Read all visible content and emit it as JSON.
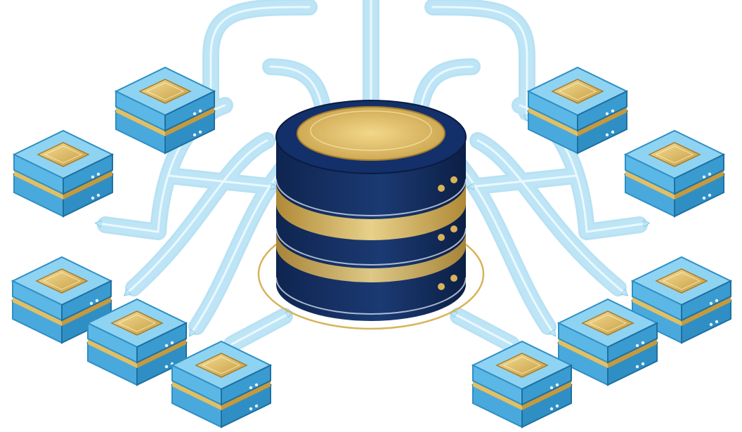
{
  "scene": {
    "subject": "central-database",
    "colors": {
      "background": "#ffffff",
      "arrow_fill": "#bfe6f7",
      "arrow_edge": "#7fc9ea",
      "arrow_core": "#eaf8ff",
      "db_dark": "#0f2550",
      "db_mid": "#1b3a73",
      "gold": "#d8b35a",
      "gold_light": "#f2d88a",
      "node_blue": "#5bb8e6",
      "node_blue_dark": "#2f8fc4",
      "node_top": "#8fd3f2",
      "node_gold": "#e2bf63"
    },
    "server_nodes": [
      {
        "id": "node-upper-left"
      },
      {
        "id": "node-mid-left"
      },
      {
        "id": "node-lower-left-outer"
      },
      {
        "id": "node-lower-left-inner"
      },
      {
        "id": "node-bottom-left"
      },
      {
        "id": "node-upper-right"
      },
      {
        "id": "node-mid-right"
      },
      {
        "id": "node-lower-right-outer"
      },
      {
        "id": "node-lower-right-inner"
      },
      {
        "id": "node-bottom-right"
      }
    ],
    "data_flows": {
      "incoming_to_database": 5,
      "outgoing_to_nodes": 8,
      "incoming_from_nodes": 2
    }
  }
}
